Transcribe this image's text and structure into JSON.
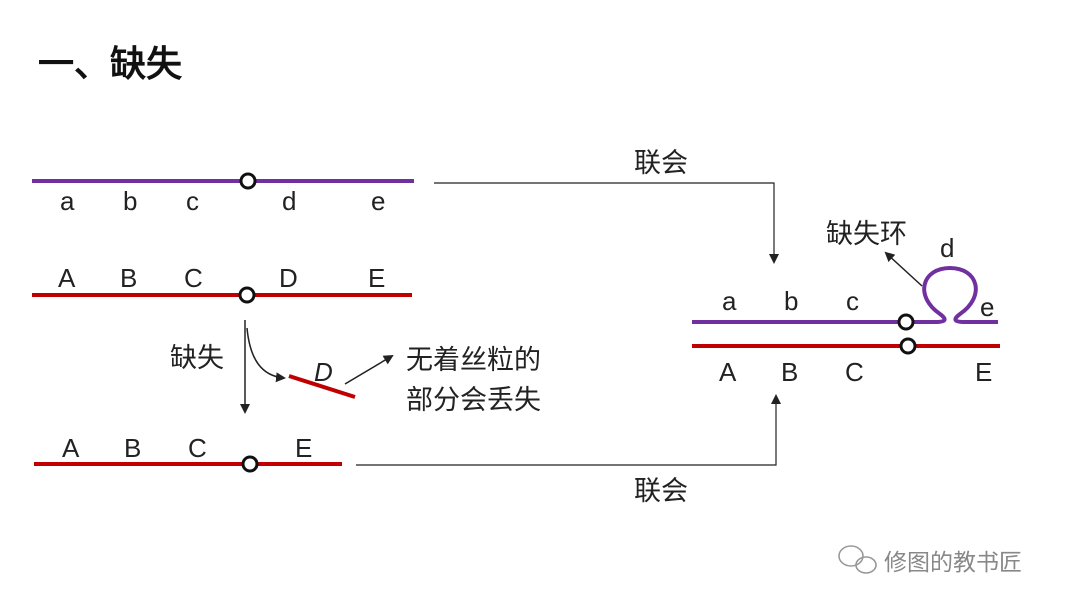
{
  "title": "一、缺失",
  "chromosomes": {
    "top_lower": [
      "a",
      "b",
      "c",
      "d",
      "e"
    ],
    "top_upper": [
      "A",
      "B",
      "C",
      "D",
      "E"
    ],
    "deleted": [
      "A",
      "B",
      "C",
      "E"
    ],
    "fragment": "D"
  },
  "labels": {
    "deletion": "缺失",
    "lost_line1": "无着丝粒的",
    "lost_line2": "部分会丢失",
    "synapsis_top": "联会",
    "synapsis_bottom": "联会",
    "loop": "缺失环"
  },
  "paired": {
    "top": [
      "a",
      "b",
      "c"
    ],
    "loop_gene": "d",
    "top_tail": "e",
    "bottom": [
      "A",
      "B",
      "C",
      "E"
    ]
  },
  "watermark": "修图的教书匠",
  "colors": {
    "purple": "#7030a0",
    "red": "#c00000",
    "ink": "#222222"
  }
}
